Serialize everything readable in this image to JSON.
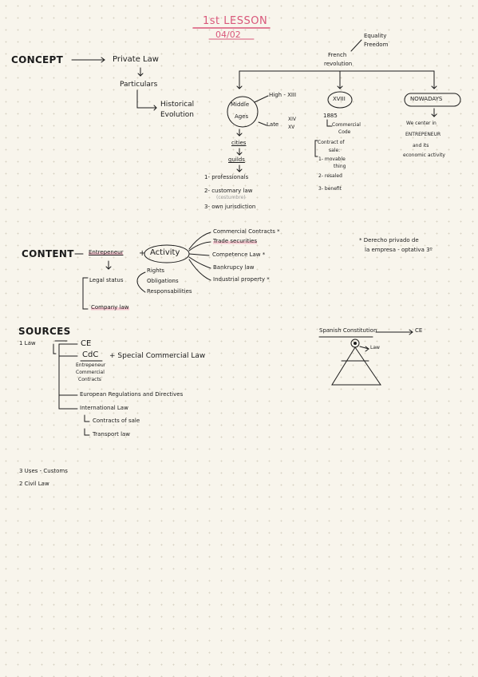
{
  "header": {
    "title": "1st LESSON",
    "date": "04/02"
  },
  "concept": {
    "heading": "CONCEPT",
    "private_law": "Private Law",
    "particulars": "Particulars",
    "historical": "Historical",
    "evolution": "Evolution",
    "equality": "Equality",
    "freedom": "Freedom",
    "french": "French",
    "revolution": "revolution",
    "middle": "Middle",
    "ages": "Ages",
    "high": "High - XIII",
    "late": "Late",
    "xiv": "XIV",
    "xv": "XV",
    "cities": "cities",
    "guilds": "guilds",
    "guild_items": [
      "1- professionals",
      "2- customary law",
      "3- own jurisdiction"
    ],
    "costumbre": "(costumbre)",
    "xviii": "XVIII",
    "year": "1885",
    "commercial": "Commercial",
    "code": "Code",
    "contract_of": "Contract of",
    "sale": "sale:",
    "sale_items": [
      "1- movable",
      "thing",
      "2- resaled",
      "3- benefit"
    ],
    "nowadays": "NOWADAYS",
    "now_lines": [
      "We center in",
      "ENTREPENEUR",
      "and its",
      "economic activity"
    ]
  },
  "content": {
    "heading": "CONTENT",
    "entrepeneur": "Entrepeneur",
    "activity": "Activity",
    "activity_items": [
      "Commercial Contracts *",
      "Trade securities",
      "Competence Law *",
      "Bankrupcy law",
      "Industrial property *"
    ],
    "legal_status": "Legal status",
    "status_items": [
      "Rights",
      "Obligations",
      "Responsabilities"
    ],
    "company_law": "Company law",
    "note_1": "* Derecho privado de",
    "note_2": "la empresa - optativa 3º"
  },
  "sources": {
    "heading": "SOURCES",
    "law": "1 Law",
    "ce": "CE",
    "cdc": "CdC",
    "special": "+ Special Commercial Law",
    "cdc_sub": [
      "Entrepeneur",
      "Commercial",
      "Contracts"
    ],
    "european": "European Regulations and Directives",
    "international": "International Law",
    "int_items": [
      "Contracts of sale",
      "Transport law"
    ],
    "uses": "3 Uses - Customs",
    "civil": "2 Civil Law",
    "spanish": "Spanish Constitution",
    "ce_short": "CE",
    "triangle_law": "Law"
  }
}
